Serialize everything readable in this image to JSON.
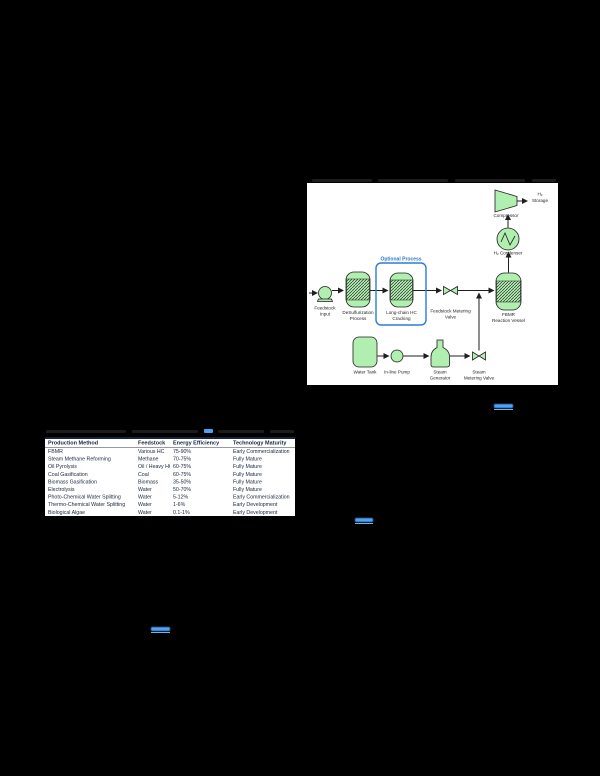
{
  "page": {
    "background": "#000000"
  },
  "colors": {
    "panel_background": "#ffffff",
    "diagram_green": "#b0efb0",
    "diagram_outline": "#1f1f1f",
    "optional_box_blue": "#2b7cd4",
    "hyperlink_blue": "#4da2f5",
    "table_text": "#16243d"
  },
  "figure": {
    "optional_label": "Optional Process",
    "labels": {
      "feedstock_1": "Feedstock",
      "feedstock_2": "Input",
      "desulf_1": "DeSulfurization",
      "desulf_2": "Process",
      "cracking_1": "Long-chain HC",
      "cracking_2": "Cracking",
      "fvalve_1": "Feedstock Metering",
      "fvalve_2": "Valve",
      "fbmr_1": "FBMR",
      "fbmr_2": "Reaction Vessel",
      "condenser": "H₂ Condenser",
      "compressor": "Compressor",
      "storage_1": "H₂",
      "storage_2": "Storage",
      "tank": "Water Tank",
      "pump": "In-line Pump",
      "steamgen_1": "Steam",
      "steamgen_2": "Generator",
      "svalve_1": "Steam",
      "svalve_2": "Metering Valve"
    }
  },
  "table": {
    "headers": [
      "Production Method",
      "Feedstock",
      "Energy Efficiency",
      "Technology Maturity"
    ],
    "rows": [
      [
        "FBMR",
        "Various HC",
        "75-90%",
        "Early Commercialization"
      ],
      [
        "Steam Methane Reforming",
        "Methane",
        "70-75%",
        "Fully Mature"
      ],
      [
        "Oil Pyrolysis",
        "Oil / Heavy HC",
        "60-75%",
        "Fully Mature"
      ],
      [
        "Coal Gasification",
        "Coal",
        "60-75%",
        "Fully Mature"
      ],
      [
        "Biomass Gasification",
        "Biomass",
        "35-50%",
        "Fully Mature"
      ],
      [
        "Electrolysis",
        "Water",
        "50-70%",
        "Fully Mature"
      ],
      [
        "Photo-Chemical Water Splitting",
        "Water",
        "5-12%",
        "Early Commercialization"
      ],
      [
        "Thermo-Chemical Water Splitting",
        "Water",
        "1-6%",
        "Early Development"
      ],
      [
        "Biological Algae",
        "Water",
        "0.1-1%",
        "Early Development"
      ]
    ]
  }
}
